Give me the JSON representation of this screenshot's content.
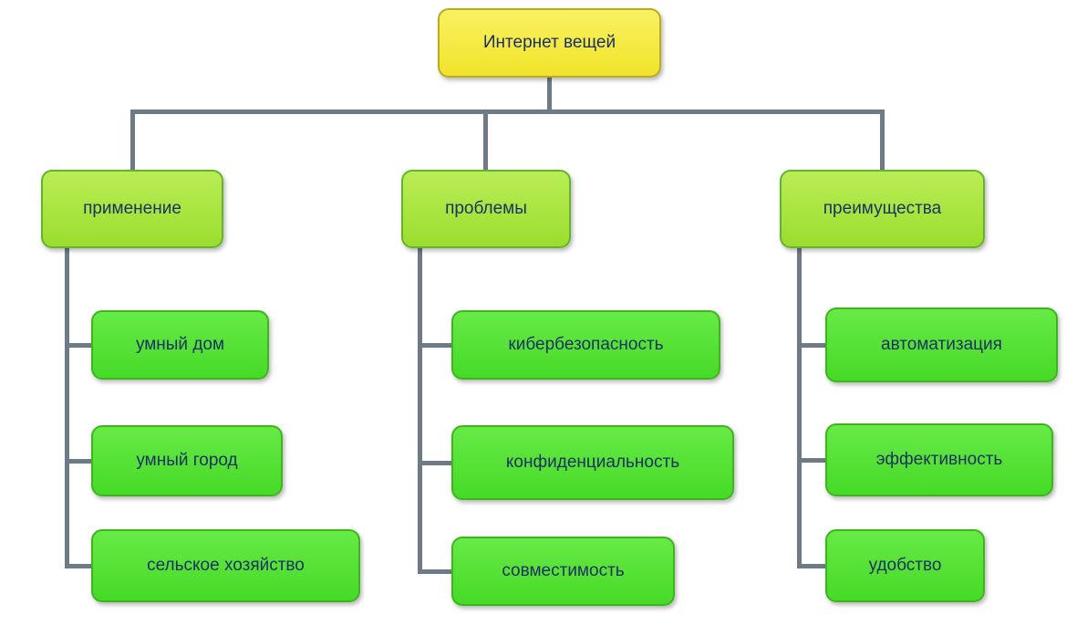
{
  "diagram": {
    "root": {
      "label": "Интернет вещей"
    },
    "branches": [
      {
        "label": "применение",
        "children": [
          "умный дом",
          "умный город",
          "сельское хозяйство"
        ]
      },
      {
        "label": "проблемы",
        "children": [
          "кибербезопасность",
          "конфиденциальность",
          "совместимость"
        ]
      },
      {
        "label": "преимущества",
        "children": [
          "автоматизация",
          "эффективность",
          "удобство"
        ]
      }
    ]
  },
  "colors": {
    "root_fill_top": "#f9f161",
    "root_fill_bottom": "#f1e32a",
    "root_border": "#b9ab22",
    "branch_fill_top": "#b9ed55",
    "branch_fill_bottom": "#9bdd2e",
    "branch_border": "#65b32b",
    "leaf_fill_top": "#67ea46",
    "leaf_fill_bottom": "#46da27",
    "leaf_border": "#3cb61c",
    "connector": "#6e7a86",
    "text": "#1b3263"
  }
}
